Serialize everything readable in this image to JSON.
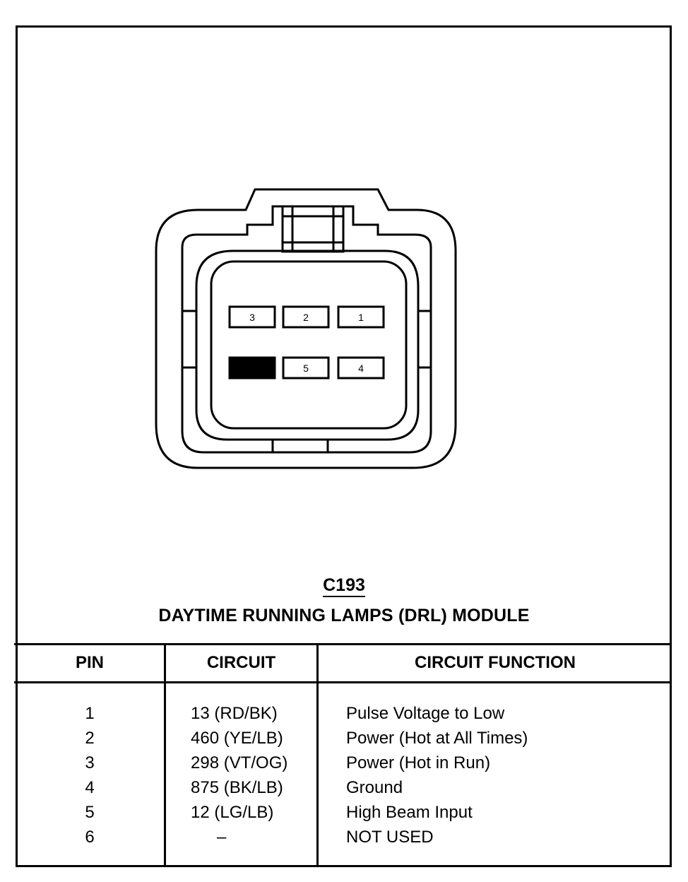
{
  "connector": {
    "id": "C193",
    "name": "DAYTIME RUNNING LAMPS (DRL) MODULE",
    "cavity_labels": [
      "3",
      "2",
      "1",
      "5",
      "4"
    ]
  },
  "table": {
    "headers": {
      "pin": "PIN",
      "circuit": "CIRCUIT",
      "function": "CIRCUIT FUNCTION"
    },
    "rows": [
      {
        "pin": "1",
        "circuit": "13 (RD/BK)",
        "function": "Pulse Voltage to Low"
      },
      {
        "pin": "2",
        "circuit": "460 (YE/LB)",
        "function": "Power (Hot at All Times)"
      },
      {
        "pin": "3",
        "circuit": "298 (VT/OG)",
        "function": "Power (Hot in Run)"
      },
      {
        "pin": "4",
        "circuit": "875 (BK/LB)",
        "function": "Ground"
      },
      {
        "pin": "5",
        "circuit": "12 (LG/LB)",
        "function": "High Beam Input"
      },
      {
        "pin": "6",
        "circuit": "–",
        "function": "NOT USED"
      }
    ]
  }
}
